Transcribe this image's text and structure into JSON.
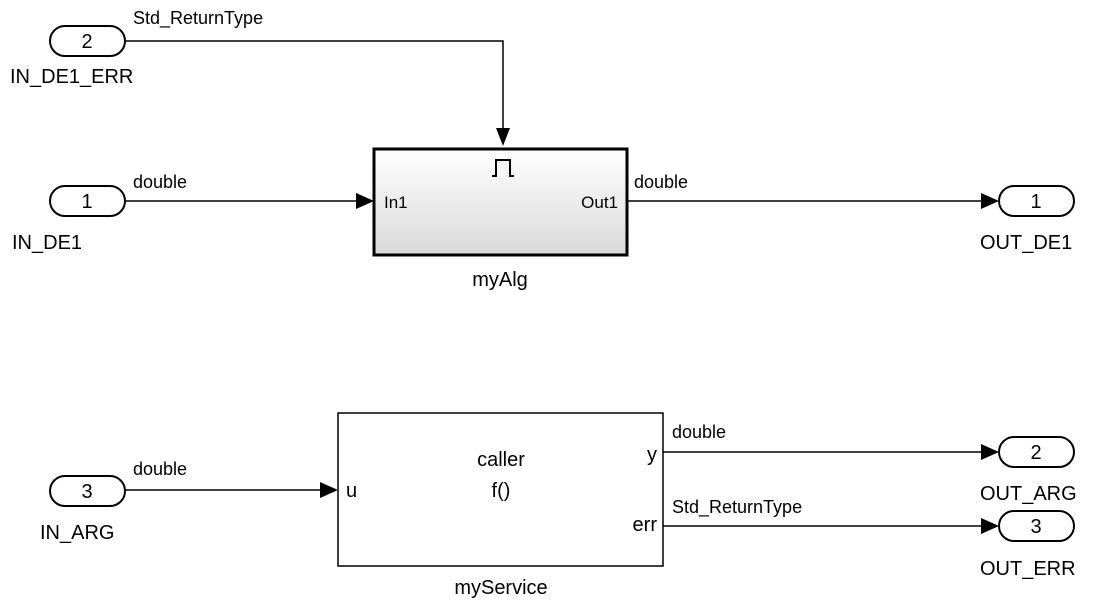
{
  "inports": [
    {
      "number": "2",
      "name": "IN_DE1_ERR"
    },
    {
      "number": "1",
      "name": "IN_DE1"
    },
    {
      "number": "3",
      "name": "IN_ARG"
    }
  ],
  "outports": [
    {
      "number": "1",
      "name": "OUT_DE1"
    },
    {
      "number": "2",
      "name": "OUT_ARG"
    },
    {
      "number": "3",
      "name": "OUT_ERR"
    }
  ],
  "signals": {
    "err_in": "Std_ReturnType",
    "de1_in": "double",
    "de1_out": "double",
    "arg_in": "double",
    "arg_out": "double",
    "err_out": "Std_ReturnType"
  },
  "blocks": {
    "myAlg": {
      "name": "myAlg",
      "trigger_icon": "function-call-trigger-icon",
      "in_port": "In1",
      "out_port": "Out1"
    },
    "myService": {
      "name": "myService",
      "line1": "caller",
      "line2": "f()",
      "in_port": "u",
      "out_port_1": "y",
      "out_port_2": "err"
    }
  },
  "colors": {
    "line": "#000000",
    "block_fill_top": "#ffffff",
    "block_fill_bottom": "#d9d9d9",
    "background": "#ffffff"
  }
}
